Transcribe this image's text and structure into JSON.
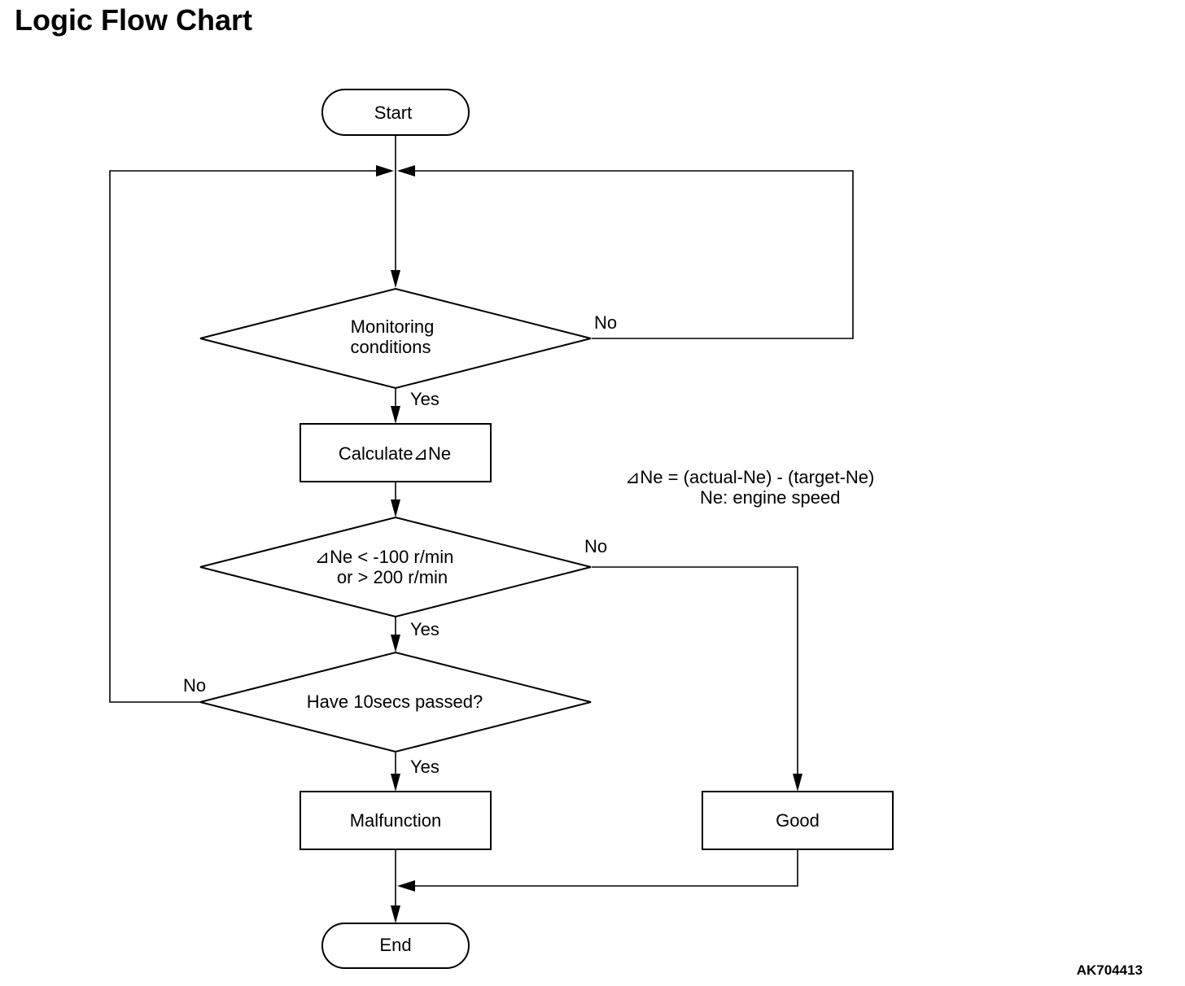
{
  "title": "Logic Flow Chart",
  "figure_id": "AK704413",
  "nodes": {
    "start": "Start",
    "monitoring_line1": "Monitoring",
    "monitoring_line2": "conditions",
    "calculate": "Calculate⊿Ne",
    "threshold_line1": "⊿Ne < -100 r/min",
    "threshold_line2": "or > 200 r/min",
    "time_check": "Have 10secs passed?",
    "malfunction": "Malfunction",
    "good": "Good",
    "end": "End"
  },
  "edge_labels": {
    "monitoring_no": "No",
    "monitoring_yes": "Yes",
    "threshold_no": "No",
    "threshold_yes": "Yes",
    "time_no": "No",
    "time_yes": "Yes"
  },
  "note": {
    "line1": "⊿Ne = (actual-Ne) - (target-Ne)",
    "line2": "Ne:  engine speed"
  }
}
